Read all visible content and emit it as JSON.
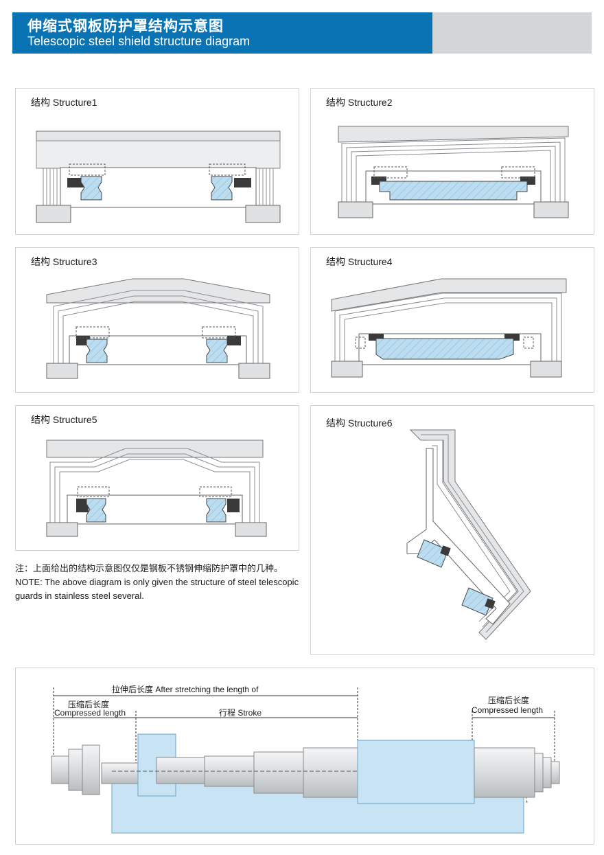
{
  "header": {
    "title_cn": "伸缩式钢板防护罩结构示意图",
    "title_en": "Telescopic steel shield structure diagram"
  },
  "structures": [
    {
      "label": "结构 Structure1"
    },
    {
      "label": "结构 Structure2"
    },
    {
      "label": "结构 Structure3"
    },
    {
      "label": "结构 Structure4"
    },
    {
      "label": "结构 Structure5"
    },
    {
      "label": "结构 Structure6"
    }
  ],
  "note": {
    "cn": "注：上面给出的结构示意图仅仅是钢板不锈钢伸缩防护罩中的几种。",
    "en": "NOTE: The above diagram is only given the structure of steel telescopic guards in stainless steel several."
  },
  "dimensions": {
    "after_stretching": "拉伸后长度  After stretching the length of",
    "compressed_left_cn": "压缩后长度",
    "compressed_left_en": "Compressed length",
    "stroke": "行程  Stroke",
    "compressed_right_cn": "压缩后长度",
    "compressed_right_en": "Compressed length"
  },
  "colors": {
    "header_blue": "#0a73b3",
    "header_grey": "#d3d5d6",
    "steel": "#e4e6e8",
    "rail_blue": "#b9dbef",
    "seal_dark": "#3a3a3a"
  }
}
